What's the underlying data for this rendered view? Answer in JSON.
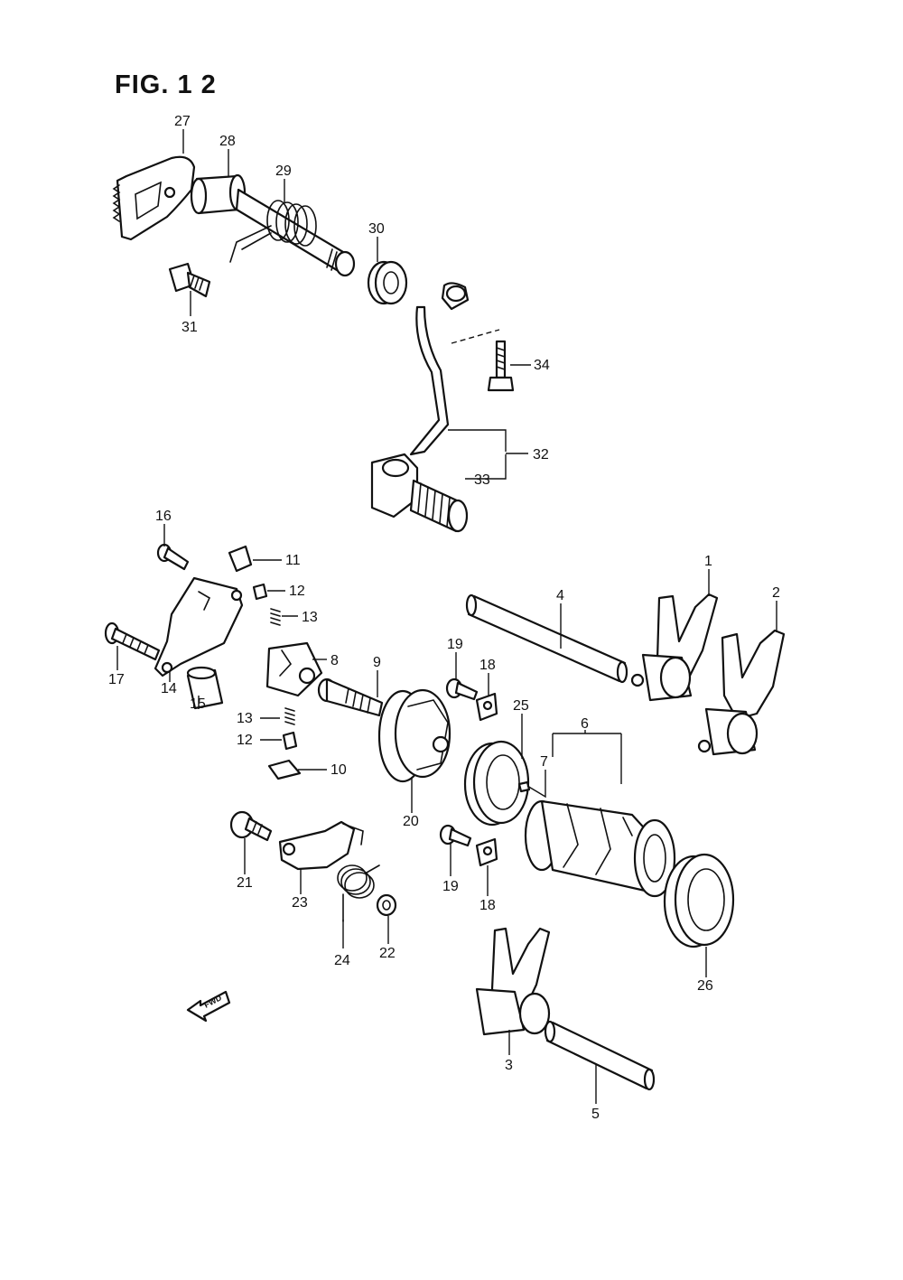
{
  "figure": {
    "title": "FIG. 1 2"
  },
  "fwd_arrow": {
    "label": "FWD"
  },
  "callouts": {
    "c1": "1",
    "c2": "2",
    "c3": "3",
    "c4": "4",
    "c5": "5",
    "c6": "6",
    "c7": "7",
    "c8": "8",
    "c9": "9",
    "c10": "10",
    "c11": "11",
    "c12a": "12",
    "c12b": "12",
    "c13a": "13",
    "c13b": "13",
    "c14": "14",
    "c15": "15",
    "c16": "16",
    "c17": "17",
    "c18a": "18",
    "c18b": "18",
    "c19a": "19",
    "c19b": "19",
    "c20": "20",
    "c21": "21",
    "c22": "22",
    "c23": "23",
    "c24": "24",
    "c25": "25",
    "c26": "26",
    "c27": "27",
    "c28": "28",
    "c29": "29",
    "c30": "30",
    "c31": "31",
    "c32": "32",
    "c33": "33",
    "c34": "34"
  }
}
